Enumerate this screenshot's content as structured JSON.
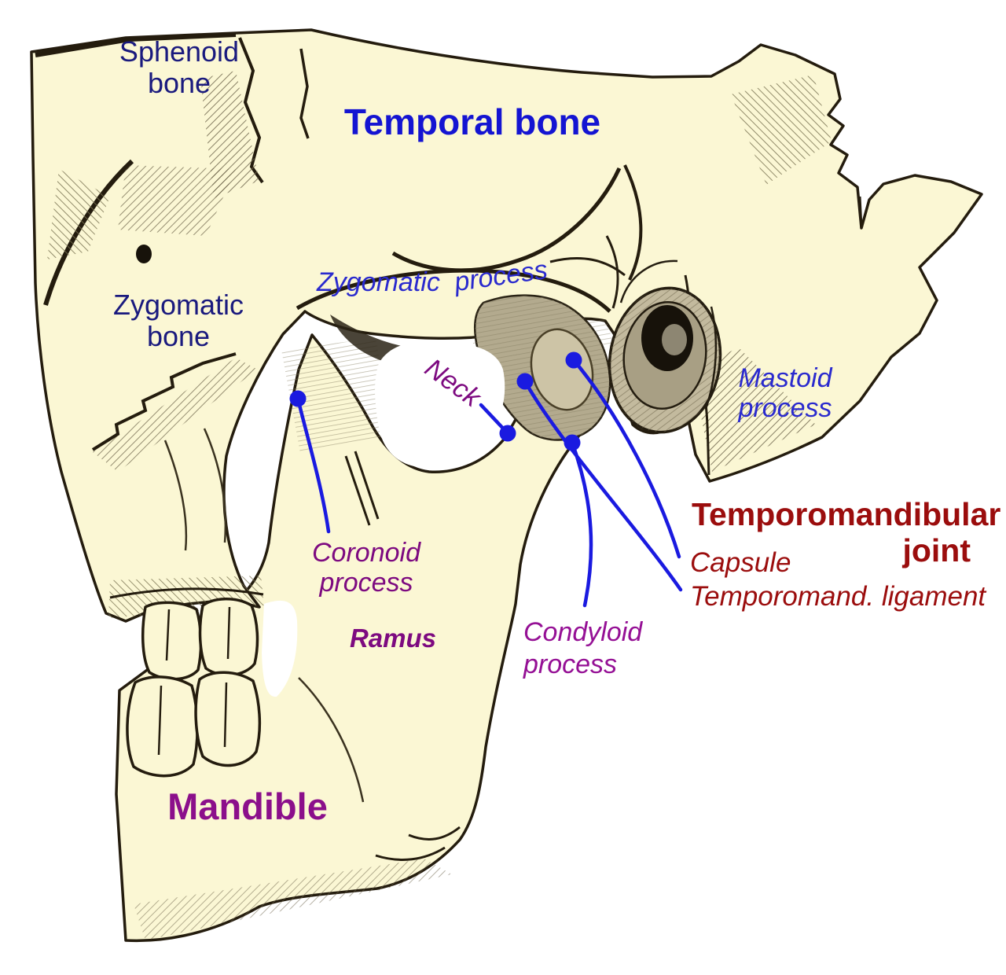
{
  "diagram": {
    "subject": "Temporomandibular joint, lateral view of skull",
    "labels": {
      "sphenoid": {
        "line1": "Sphenoid",
        "line2": "bone"
      },
      "temporal": {
        "text": "Temporal bone"
      },
      "zygomatic_process": {
        "word1": "Zygomatic",
        "word2": "process"
      },
      "zygomatic_bone": {
        "line1": "Zygomatic",
        "line2": "bone"
      },
      "neck": {
        "text": "Neck"
      },
      "mastoid": {
        "line1": "Mastoid",
        "line2": "process"
      },
      "coronoid": {
        "line1": "Coronoid",
        "line2": "process"
      },
      "ramus": {
        "text": "Ramus"
      },
      "condyloid": {
        "line1": "Condyloid",
        "line2": "process"
      },
      "mandible": {
        "text": "Mandible"
      },
      "tmj_heading": {
        "line1": "Temporomandibular",
        "line2": "joint"
      },
      "capsule": {
        "text": "Capsule"
      },
      "ligament": {
        "text": "Temporomand. ligament"
      }
    },
    "colors": {
      "bone_fill": "#fbf7d4",
      "engraving_ink": "#241c0e",
      "navy_label": "#1a1a7e",
      "bright_blue_label": "#1414d2",
      "italic_blue_label": "#2a2ace",
      "leader_line_blue": "#1a1ae0",
      "purple_label": "#7d0a80",
      "magenta_label": "#951095",
      "dark_red_label": "#9b0d0d",
      "background": "#ffffff"
    }
  }
}
